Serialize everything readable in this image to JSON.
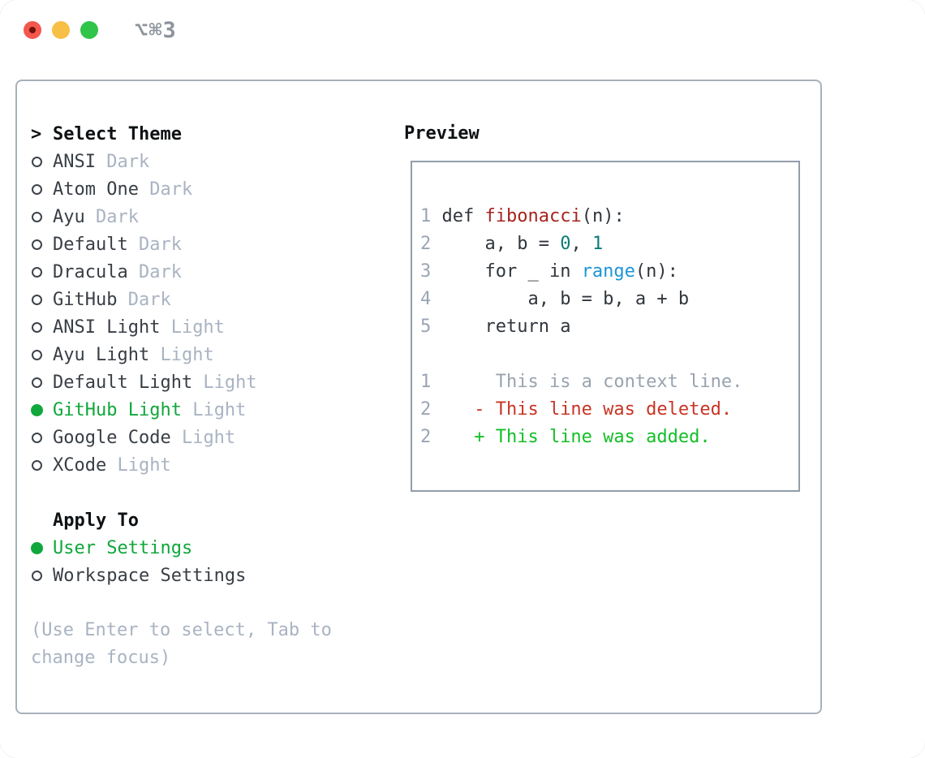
{
  "titlebar": {
    "shortcut": "⌥⌘3",
    "traffic_lights": [
      {
        "name": "close",
        "color": "#f4574d",
        "inner_dot": "#6e1309"
      },
      {
        "name": "minimize",
        "color": "#f7bf45"
      },
      {
        "name": "zoom",
        "color": "#30c54a"
      }
    ]
  },
  "theme_selector": {
    "header": {
      "marker": ">",
      "label": "Select Theme"
    },
    "themes": [
      {
        "name": "ANSI",
        "variant": "Dark",
        "selected": false
      },
      {
        "name": "Atom One",
        "variant": "Dark",
        "selected": false
      },
      {
        "name": "Ayu",
        "variant": "Dark",
        "selected": false
      },
      {
        "name": "Default",
        "variant": "Dark",
        "selected": false
      },
      {
        "name": "Dracula",
        "variant": "Dark",
        "selected": false
      },
      {
        "name": "GitHub",
        "variant": "Dark",
        "selected": false
      },
      {
        "name": "ANSI Light",
        "variant": "Light",
        "selected": false
      },
      {
        "name": "Ayu Light",
        "variant": "Light",
        "selected": false
      },
      {
        "name": "Default Light",
        "variant": "Light",
        "selected": false
      },
      {
        "name": "GitHub Light",
        "variant": "Light",
        "selected": true
      },
      {
        "name": "Google Code",
        "variant": "Light",
        "selected": false
      },
      {
        "name": "XCode",
        "variant": "Light",
        "selected": false
      }
    ],
    "apply_to": {
      "label": "Apply To",
      "options": [
        {
          "label": "User Settings",
          "selected": true
        },
        {
          "label": "Workspace Settings",
          "selected": false
        }
      ]
    },
    "hint_lines": [
      "(Use Enter to select, Tab to",
      "change focus)"
    ]
  },
  "preview": {
    "label": "Preview",
    "lines": [
      {
        "number": "1",
        "segments": [
          {
            "text": " def ",
            "style": "code"
          },
          {
            "text": "fibonacci",
            "style": "function"
          },
          {
            "text": "(n):",
            "style": "code"
          }
        ]
      },
      {
        "number": "2",
        "segments": [
          {
            "text": "     a, b = ",
            "style": "code"
          },
          {
            "text": "0",
            "style": "number"
          },
          {
            "text": ", ",
            "style": "code"
          },
          {
            "text": "1",
            "style": "number"
          }
        ]
      },
      {
        "number": "3",
        "segments": [
          {
            "text": "     for _ in ",
            "style": "code"
          },
          {
            "text": "range",
            "style": "builtin"
          },
          {
            "text": "(n):",
            "style": "code"
          }
        ]
      },
      {
        "number": "4",
        "segments": [
          {
            "text": "         a, b = b, a + b",
            "style": "code"
          }
        ]
      },
      {
        "number": "5",
        "segments": [
          {
            "text": "     return a",
            "style": "code"
          }
        ]
      },
      {
        "number": "",
        "segments": []
      },
      {
        "number": "1",
        "segments": [
          {
            "text": "      This is a context line.",
            "style": "context"
          }
        ]
      },
      {
        "number": "2",
        "segments": [
          {
            "text": "    - This line was deleted.",
            "style": "deleted"
          }
        ]
      },
      {
        "number": "2",
        "segments": [
          {
            "text": "    + This line was added.",
            "style": "added"
          }
        ]
      }
    ]
  },
  "colors": {
    "selected_green": "#10a73c",
    "added_green": "#13bf27",
    "deleted_red": "#c83524",
    "function_red": "#a6231f",
    "number_teal": "#0c7a78",
    "builtin_blue": "#1e95d6",
    "muted_gray": "#a9b3c2",
    "line_number_gray": "#9aa5b4",
    "panel_border": "#a8b1bb",
    "preview_border": "#929da9"
  }
}
